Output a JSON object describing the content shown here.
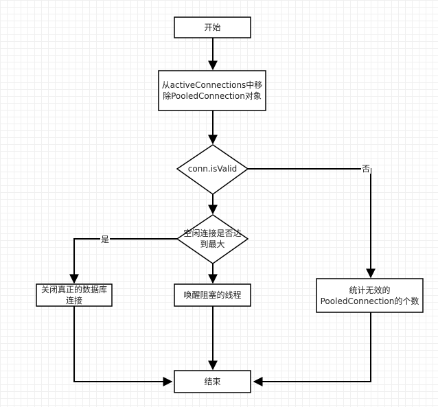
{
  "nodes": {
    "start": "开始",
    "remove": "从activeConnections中移\n除PooledConnection对象",
    "valid_check": "conn.isValid",
    "idle_check": "空闲连接是否达\n到最大",
    "close_real": "关闭真正的数据库\n连接",
    "wake_threads": "唤醒阻塞的线程",
    "count_invalid": "统计无效的\nPooledConnection的个数",
    "end": "结束"
  },
  "edges": {
    "no_label": "否",
    "yes_label": "是"
  },
  "colors": {
    "stroke": "#000000",
    "fill": "#ffffff",
    "grid": "#f0f0f0"
  }
}
